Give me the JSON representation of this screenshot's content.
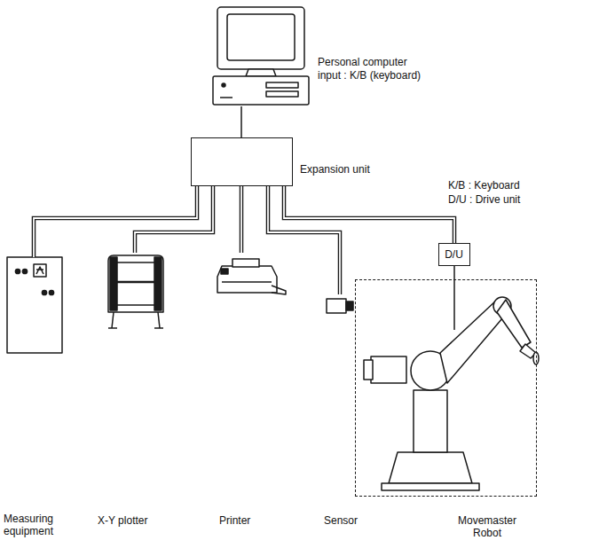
{
  "diagram": {
    "nodes": [
      {
        "text": [
          "Personal computer",
          "input : K/B (keyboard)"
        ]
      },
      {
        "text": [
          "Expansion unit"
        ]
      },
      {
        "text": [
          "Measuring equipment"
        ]
      },
      {
        "text": [
          "X-Y plotter"
        ]
      },
      {
        "text": [
          "Printer"
        ]
      },
      {
        "text": [
          "Sensor"
        ]
      },
      {
        "text": [
          "D/U"
        ]
      },
      {
        "text": [
          "Movemaster Robot"
        ]
      }
    ],
    "edges": [
      {
        "from": 0,
        "to": 1,
        "arrow": "none"
      },
      {
        "from": 1,
        "to": 2,
        "arrow": "none"
      },
      {
        "from": 1,
        "to": 3,
        "arrow": "none"
      },
      {
        "from": 1,
        "to": 4,
        "arrow": "none"
      },
      {
        "from": 1,
        "to": 5,
        "arrow": "none"
      },
      {
        "from": 1,
        "to": 6,
        "arrow": "none"
      },
      {
        "from": 6,
        "to": 7,
        "arrow": "none"
      }
    ],
    "labels": [
      "K/B : Keyboard",
      "D/U : Drive unit"
    ]
  }
}
